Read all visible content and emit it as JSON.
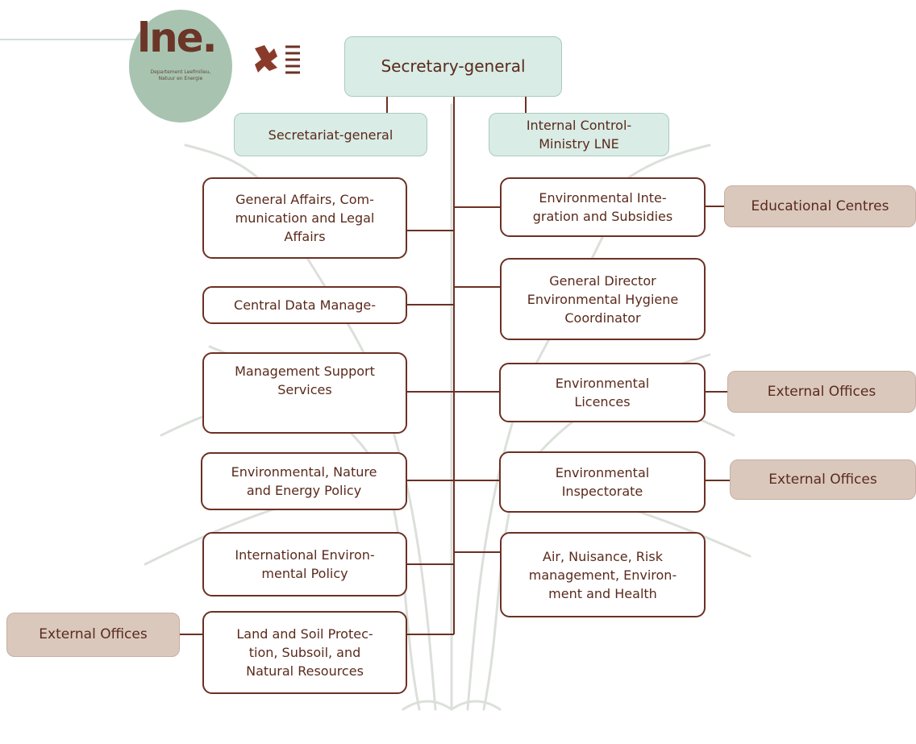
{
  "logo": {
    "word": "lne.",
    "subtitle": "Departement Leefmilieu, Natuur en Energie"
  },
  "top": {
    "secretary_general": "Secretary-general",
    "secretariat_general": "Secretariat-general",
    "internal_control": "Internal Control-\nMinistry LNE"
  },
  "left_departments": [
    "General Affairs, Com-\nmunication and Legal\nAffairs",
    "Central Data Manage-",
    "Management Support\nServices",
    "Environmental, Nature\nand Energy Policy",
    "International Environ-\nmental Policy",
    "Land and Soil Protec-\ntion, Subsoil, and\nNatural Resources"
  ],
  "right_departments": [
    "Environmental Inte-\ngration and Subsidies",
    "General Director\nEnvironmental Hygiene\nCoordinator",
    "Environmental\nLicences",
    "Environmental\nInspectorate",
    "Air, Nuisance, Risk\nmanagement, Environ-\nment and Health"
  ],
  "side_boxes": {
    "educational_centres": "Educational Centres",
    "external_offices_licences": "External Offices",
    "external_offices_inspectorate": "External Offices",
    "external_offices_land": "External Offices"
  },
  "colors": {
    "dept_border": "#6b3124",
    "lead_fill": "#d9ece5",
    "office_fill": "#dac8bd",
    "text": "#5a2a1c"
  }
}
